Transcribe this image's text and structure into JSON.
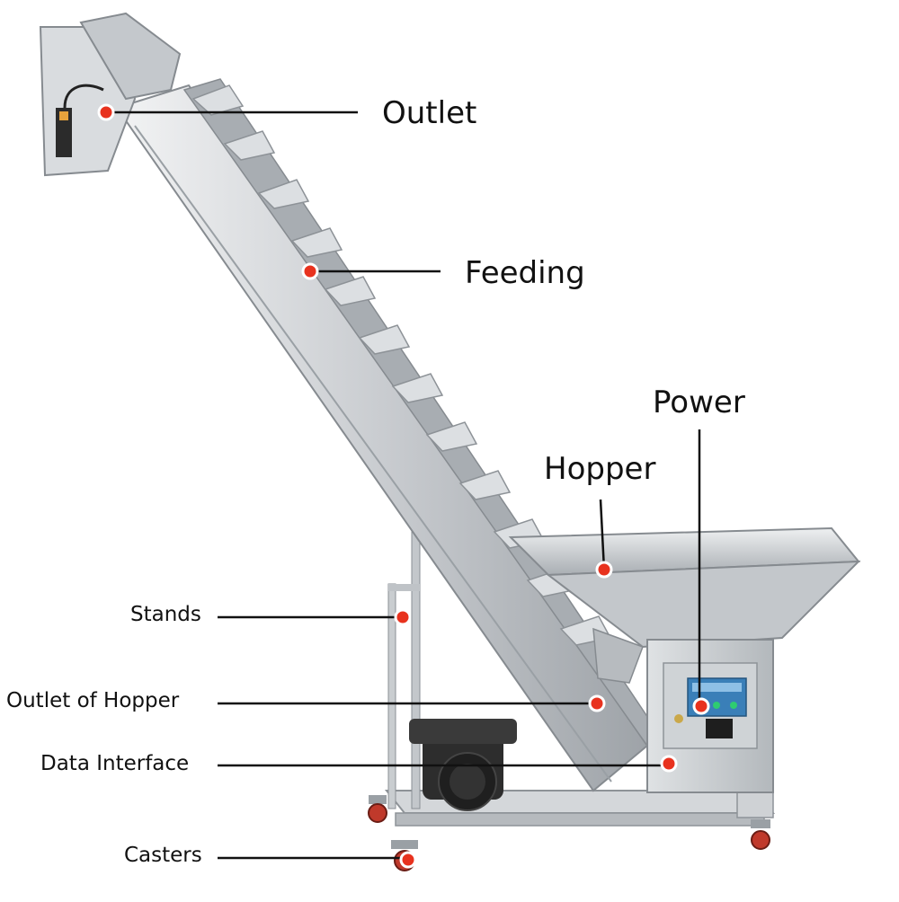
{
  "labels": {
    "outlet": "Outlet",
    "feeding": "Feeding",
    "power": "Power",
    "hopper": "Hopper",
    "stands": "Stands",
    "outlet_of_hopper": "Outlet of Hopper",
    "data_interface": "Data Interface",
    "casters": "Casters"
  },
  "colors": {
    "marker": "#e8321e",
    "leader": "#111111",
    "steel_light": "#e6e8ea",
    "steel_mid": "#b9bdc1",
    "steel_dark": "#7d8287",
    "motor": "#2a2a2a",
    "panel": "#3a7fb8",
    "caster_wheel": "#c0392b"
  }
}
